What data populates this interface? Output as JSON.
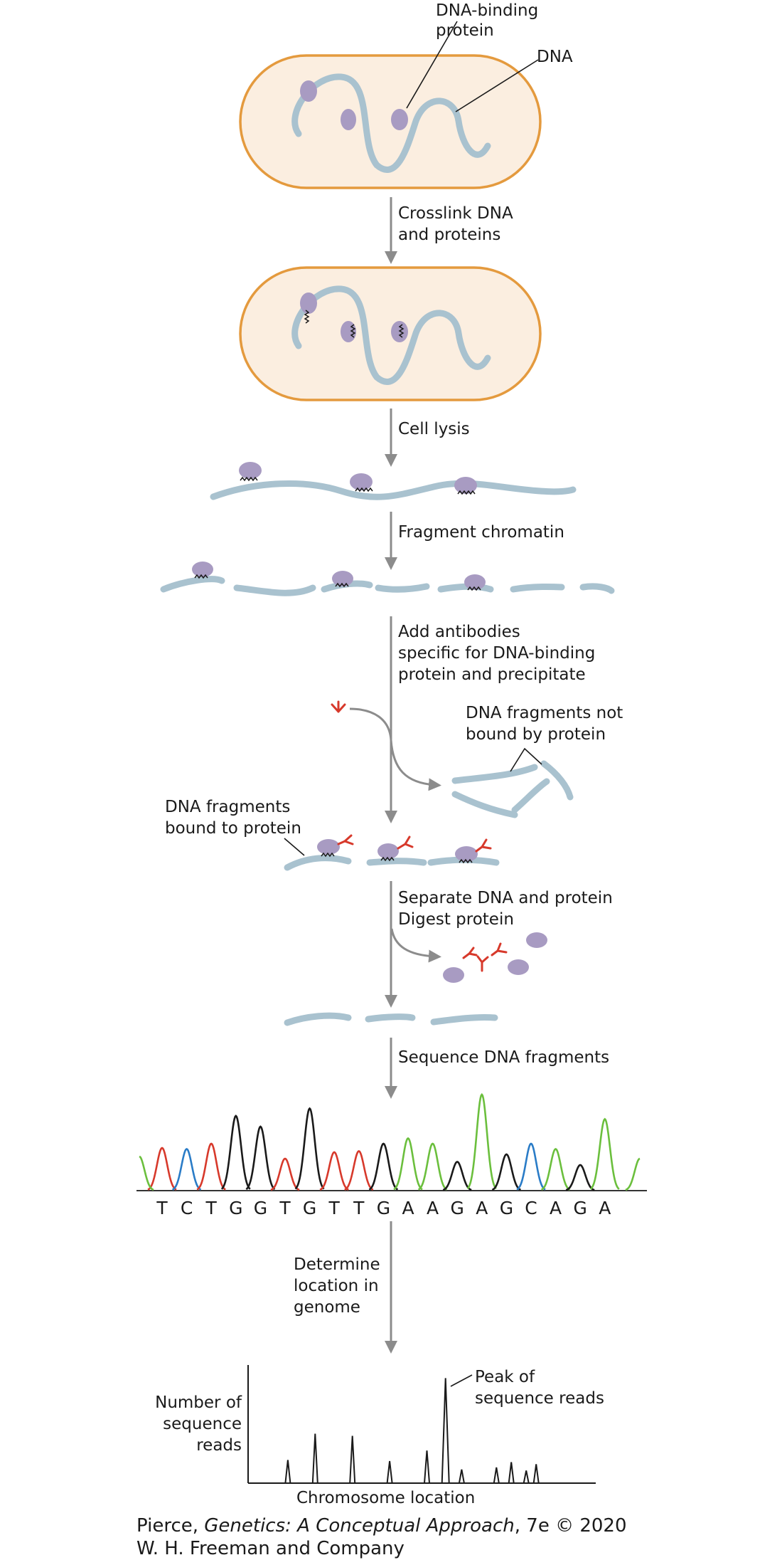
{
  "labels": {
    "dna_binding_protein": [
      "DNA-binding",
      "protein"
    ],
    "dna": "DNA",
    "crosslink": [
      "Crosslink DNA",
      "and proteins"
    ],
    "cell_lysis": "Cell lysis",
    "fragment_chromatin": "Fragment chromatin",
    "add_antibodies": [
      "Add antibodies",
      "specific for DNA-binding",
      "protein and precipitate"
    ],
    "not_bound": [
      "DNA fragments not",
      "bound by protein"
    ],
    "bound": [
      "DNA fragments",
      "bound to protein"
    ],
    "separate": [
      "Separate DNA and protein",
      "Digest protein"
    ],
    "sequence": "Sequence DNA fragments",
    "determine": [
      "Determine",
      "location in",
      "genome"
    ],
    "ylabel": [
      "Number of",
      "sequence",
      "reads"
    ],
    "peak": [
      "Peak of",
      "sequence reads"
    ],
    "xlabel": "Chromosome location"
  },
  "chromatogram": {
    "bases": [
      "T",
      "C",
      "T",
      "G",
      "G",
      "T",
      "G",
      "T",
      "T",
      "G",
      "A",
      "A",
      "G",
      "A",
      "G",
      "C",
      "A",
      "G",
      "A"
    ],
    "heights": [
      0.4,
      0.39,
      0.44,
      0.7,
      0.6,
      0.3,
      0.77,
      0.36,
      0.37,
      0.44,
      0.49,
      0.44,
      0.27,
      0.9,
      0.34,
      0.44,
      0.39,
      0.24,
      0.67
    ],
    "colors": {
      "T": "#d7392b",
      "C": "#2a7cc7",
      "G": "#1a1a1a",
      "A": "#6bbf3d"
    }
  },
  "reads_plot": {
    "x": [
      0.16,
      0.27,
      0.42,
      0.57,
      0.72,
      0.795,
      0.86,
      1.0,
      1.06,
      1.12,
      1.16
    ],
    "y": [
      0.22,
      0.47,
      0.45,
      0.21,
      0.31,
      1.0,
      0.13,
      0.15,
      0.2,
      0.12,
      0.18
    ],
    "xlim": [
      0,
      1.4
    ],
    "ylim": [
      0,
      1.05
    ]
  },
  "credit": {
    "author": "Pierce, ",
    "title": "Genetics: A Conceptual Approach",
    "edition": ", 7e © 2020",
    "publisher": "W. H. Freeman and Company"
  }
}
